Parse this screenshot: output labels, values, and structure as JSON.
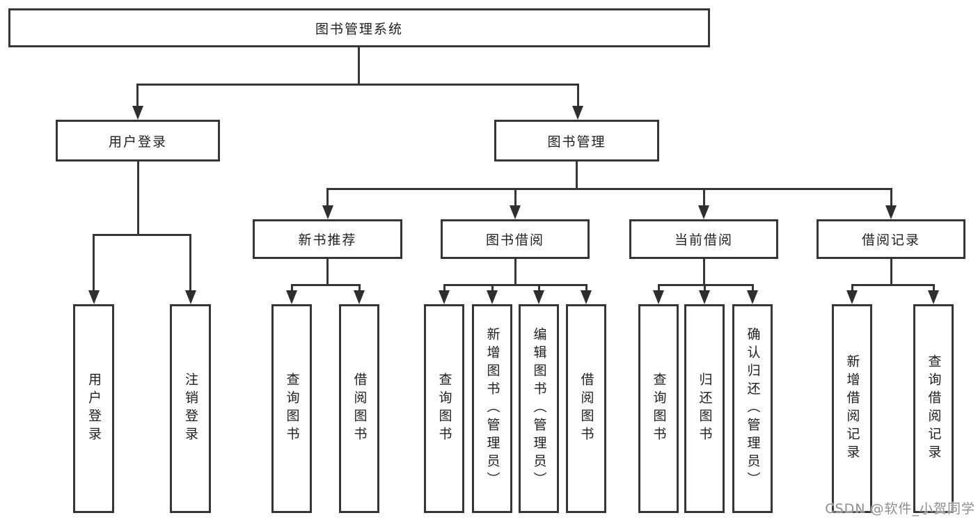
{
  "diagram": {
    "type": "hierarchy-tree",
    "title": "图书管理系统"
  },
  "colors": {
    "line": "#353535",
    "background": "#ffffff",
    "text": "#1f1f1f",
    "watermark": "#8f8f8f"
  },
  "watermark": "CSDN @软件_小贺同学",
  "tree": {
    "root": {
      "label": "图书管理系统"
    },
    "branches": [
      {
        "label": "用户登录",
        "children": [
          {
            "label": "用户登录"
          },
          {
            "label": "注销登录"
          }
        ]
      },
      {
        "label": "图书管理",
        "children": [
          {
            "label": "新书推荐",
            "children": [
              {
                "label": "查询图书"
              },
              {
                "label": "借阅图书"
              }
            ]
          },
          {
            "label": "图书借阅",
            "children": [
              {
                "label": "查询图书"
              },
              {
                "label": "新增图书（管理员）"
              },
              {
                "label": "编辑图书（管理员）"
              },
              {
                "label": "借阅图书"
              }
            ]
          },
          {
            "label": "当前借阅",
            "children": [
              {
                "label": "查询图书"
              },
              {
                "label": "归还图书"
              },
              {
                "label": "确认归还（管理员）"
              }
            ]
          },
          {
            "label": "借阅记录",
            "children": [
              {
                "label": "新增借阅记录"
              },
              {
                "label": "查询借阅记录"
              }
            ]
          }
        ]
      }
    ]
  }
}
